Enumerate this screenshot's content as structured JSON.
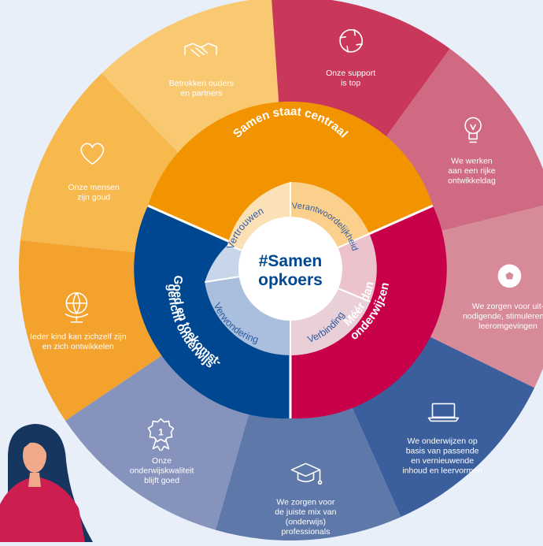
{
  "center": {
    "line1": "#Samen",
    "line2": "opkoers"
  },
  "pillars": {
    "top": {
      "label": "Samen staat centraal"
    },
    "right": {
      "line1": "Méér dan",
      "line2": "onderwijzen"
    },
    "left": {
      "line1": "Goed en toekomst-",
      "line2": "gericht onderwijs"
    }
  },
  "values": {
    "vertrouwen": "Vertrouwen",
    "verantwoordelijkheid": "Verantwoordelijkheid",
    "verbinding": "Verbinding",
    "verwondering": "Verwondering"
  },
  "segments": [
    {
      "lines": [
        "Onze mensen",
        "zijn goud"
      ],
      "icon": "heart-icon",
      "color": "#f7b84e"
    },
    {
      "lines": [
        "Betrokken ouders",
        "en partners"
      ],
      "icon": "handshake-icon",
      "color": "#f9c971"
    },
    {
      "lines": [
        "Onze support",
        "is top"
      ],
      "icon": "cycle-arrows-icon",
      "color": "#c9385a"
    },
    {
      "lines": [
        "We werken",
        "aan een rijke",
        "ontwikkeldag"
      ],
      "icon": "lightbulb-icon",
      "color": "#cf6a82"
    },
    {
      "lines": [
        "We zorgen voor uit-",
        "nodigende, stimulerende",
        "leeromgevingen"
      ],
      "icon": "football-icon",
      "color": "#d78b98"
    },
    {
      "lines": [
        "We onderwijzen op",
        "basis van passende",
        "en vernieuwende",
        "inhoud en leervormen"
      ],
      "icon": "laptop-icon",
      "color": "#3b5e9d"
    },
    {
      "lines": [
        "We zorgen voor",
        "de juiste mix van",
        "(onderwijs)",
        "professionals"
      ],
      "icon": "graduation-cap-icon",
      "color": "#5f78aa"
    },
    {
      "lines": [
        "Onze",
        "onderwijskwaliteit",
        "blijft goed"
      ],
      "icon": "award-badge-icon",
      "color": "#8693bc"
    },
    {
      "lines": [
        "Ieder kind kan zichzelf zijn",
        "en zich ontwikkelen"
      ],
      "icon": "globe-icon",
      "color": "#f2a22d"
    }
  ],
  "colors": {
    "background": "#e8eff8",
    "orange": "#f29400",
    "crimson": "#c8004a",
    "navy": "#004791"
  }
}
